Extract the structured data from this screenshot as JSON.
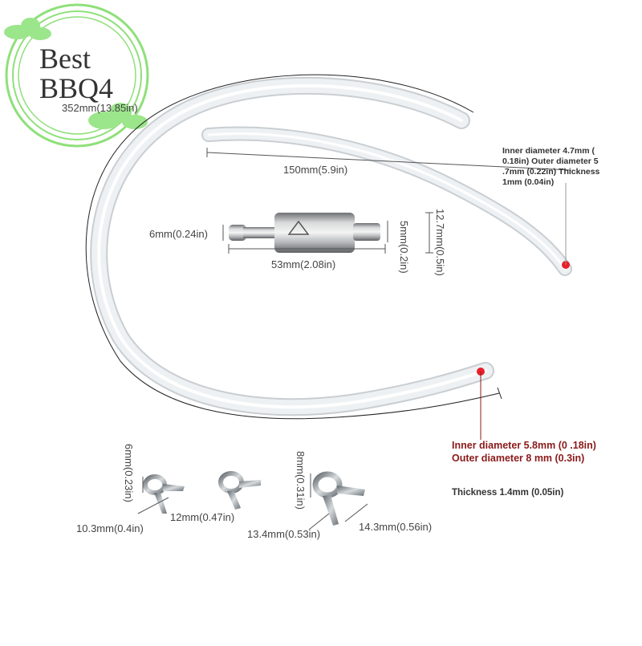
{
  "logo": {
    "line1": "Best",
    "line2": "BBQ4"
  },
  "labels": {
    "long_hose_length": "352mm(13.85in)",
    "short_hose_length": "150mm(5.9in)",
    "filter_inlet_diameter": "6mm(0.24in)",
    "filter_length": "53mm(2.08in)",
    "filter_outlet_diameter": "5mm(0.2in)",
    "filter_body_diameter": "12.7mm(0.5in)",
    "clip_small_height": "6mm(0.23in)",
    "clip_small_width": "10.3mm(0.4in)",
    "clip_medium_width": "12mm(0.47in)",
    "clip_large_height": "8mm(0.31in)",
    "clip_large_width_a": "13.4mm(0.53in)",
    "clip_large_width_b": "14.3mm(0.56in)"
  },
  "specs": {
    "short_hose": "Inner diameter 4.7mm ( 0.18in) Outer diameter 5 .7mm (0.22in) Thickness 1mm (0.04in)",
    "long_hose": "Inner diameter 5.8mm (0 .18in) Outer diameter 8 mm (0.3in)",
    "long_hose_thickness": "Thickness 1.4mm (0.05in)"
  },
  "colors": {
    "hose": "#e9ecee",
    "hose_edge": "#c9ced2",
    "marker": "#e8202a",
    "logo_ring": "#8fe07a",
    "cloud": "#9be58a",
    "metal": "#a8aaac",
    "red_text": "#8b1a1a"
  }
}
